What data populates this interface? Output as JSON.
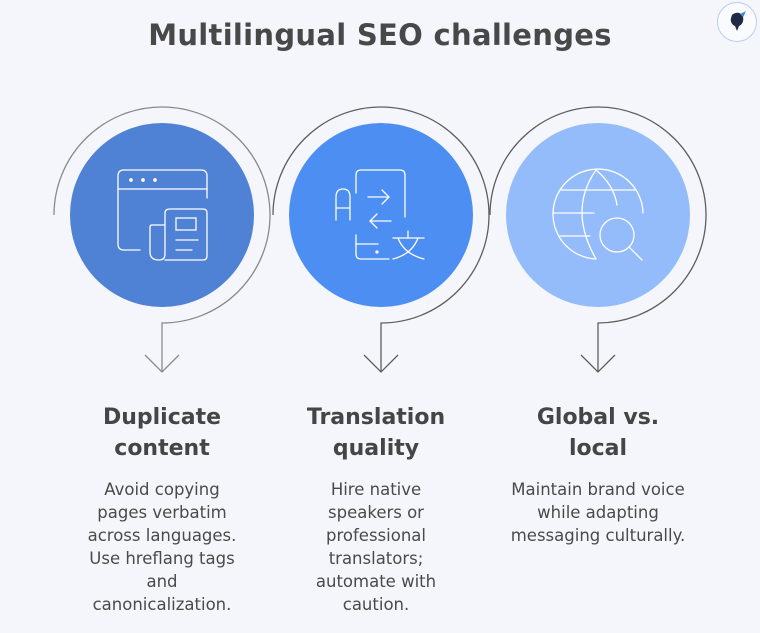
{
  "title": "Multilingual SEO challenges",
  "logo": {
    "icon": "brand-logo-icon"
  },
  "colors": {
    "background": "#f4f6fb",
    "circle_1": "#4f81d4",
    "circle_2": "#4d8ef2",
    "circle_3": "#94bcfb",
    "outline": "#6b6b6b",
    "text": "#484848"
  },
  "items": [
    {
      "heading_line1": "Duplicate",
      "heading_line2": "content",
      "icon": "browser-document-icon",
      "description_lines": [
        "Avoid copying",
        "pages verbatim",
        "across languages.",
        "Use hreflang tags",
        "and",
        "canonicalization."
      ]
    },
    {
      "heading_line1": "Translation",
      "heading_line2": "quality",
      "icon": "translate-icon",
      "description_lines": [
        "Hire native",
        "speakers or",
        "professional",
        "translators;",
        "automate with",
        "caution."
      ]
    },
    {
      "heading_line1": "Global vs.",
      "heading_line2": "local",
      "icon": "globe-search-icon",
      "description_lines": [
        "Maintain brand voice",
        "while adapting",
        "messaging culturally."
      ]
    }
  ]
}
